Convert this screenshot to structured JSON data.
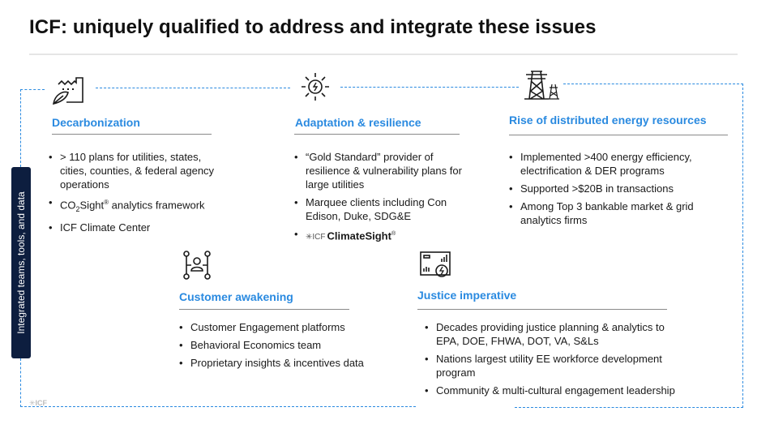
{
  "header": {
    "title": "ICF: uniquely qualified to address and integrate these issues"
  },
  "side_tab": {
    "label": "Integrated teams, tools, and data"
  },
  "footer": {
    "logo_text": "ICF"
  },
  "colors": {
    "accent": "#2a8ae0",
    "side_tab_bg": "#0d1e3f",
    "rule": "#8a8a8a"
  },
  "sections": {
    "decarbonization": {
      "icon": "factory-leaf-icon",
      "title": "Decarbonization",
      "bullets": [
        "> 110 plans for utilities, states, cities, counties, & federal agency operations",
        "CO2Sight® analytics framework",
        "ICF Climate Center"
      ]
    },
    "adaptation": {
      "icon": "sun-bolt-icon",
      "title": "Adaptation & resilience",
      "bullets": [
        "“Gold Standard” provider of resilience & vulnerability plans for large utilities",
        "Marquee clients including Con Edison, Duke, SDG&E"
      ],
      "brand": {
        "icon": "icf-spark-icon",
        "name": "ClimateSight",
        "mark": "®"
      }
    },
    "der": {
      "icon": "transmission-tower-icon",
      "title": "Rise of distributed energy resources",
      "bullets": [
        "Implemented >400 energy efficiency, electrification & DER programs",
        "Supported >$20B in transactions",
        "Among Top 3 bankable market & grid analytics firms"
      ]
    },
    "customer": {
      "icon": "people-network-icon",
      "title": "Customer awakening",
      "bullets": [
        "Customer Engagement platforms",
        "Behavioral Economics team",
        "Proprietary insights & incentives data"
      ]
    },
    "justice": {
      "icon": "dashboard-bolt-icon",
      "title": "Justice imperative",
      "bullets": [
        "Decades providing justice planning & analytics to EPA, DOE, FHWA, DOT, VA, S&Ls",
        "Nations largest utility EE workforce development program",
        "Community & multi-cultural engagement leadership"
      ]
    }
  }
}
